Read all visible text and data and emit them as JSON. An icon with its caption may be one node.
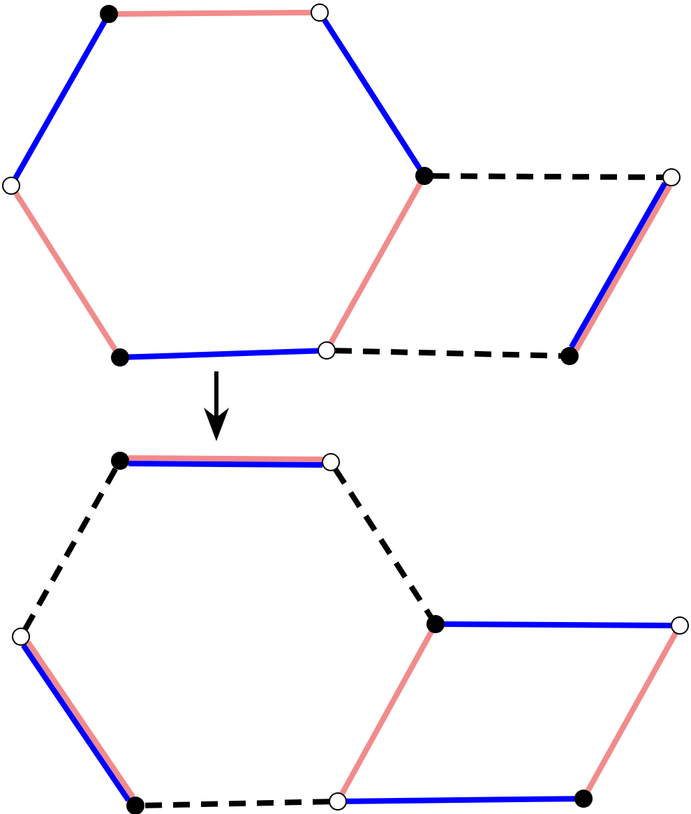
{
  "diagram": {
    "nodes": [
      {
        "text": [],
        "shape": "circle"
      },
      {
        "text": [],
        "shape": "circle"
      },
      {
        "text": [],
        "shape": "circle"
      },
      {
        "text": [],
        "shape": "circle"
      },
      {
        "text": [],
        "shape": "circle"
      },
      {
        "text": [],
        "shape": "circle"
      },
      {
        "text": [],
        "shape": "circle"
      },
      {
        "text": [],
        "shape": "circle"
      },
      {
        "text": [],
        "shape": "circle"
      },
      {
        "text": [],
        "shape": "circle"
      },
      {
        "text": [],
        "shape": "circle"
      },
      {
        "text": [],
        "shape": "circle"
      },
      {
        "text": [],
        "shape": "circle"
      },
      {
        "text": [],
        "shape": "circle"
      },
      {
        "text": [],
        "shape": "circle"
      },
      {
        "text": [],
        "shape": "circle"
      }
    ],
    "edges": [
      {
        "from": 0,
        "to": 1,
        "arrow": "none",
        "color": "#f28b8b"
      },
      {
        "from": 1,
        "to": 2,
        "arrow": "none",
        "color": "#0000ff"
      },
      {
        "from": 2,
        "to": 7,
        "arrow": "none",
        "color": "#f28b8b"
      },
      {
        "from": 7,
        "to": 6,
        "arrow": "none",
        "color": "#0000ff"
      },
      {
        "from": 6,
        "to": 4,
        "arrow": "none",
        "color": "#f28b8b"
      },
      {
        "from": 4,
        "to": 0,
        "arrow": "none",
        "color": "#0000ff"
      },
      {
        "from": 2,
        "to": 3,
        "arrow": "none",
        "style": "dashed",
        "color": "#000000"
      },
      {
        "from": 7,
        "to": 5,
        "arrow": "none",
        "style": "dashed",
        "color": "#000000"
      },
      {
        "from": 3,
        "to": 5,
        "arrow": "none",
        "color": "#f28b8b"
      },
      {
        "from": 3,
        "to": 5,
        "arrow": "none",
        "color": "#0000ff"
      },
      {
        "from": 8,
        "to": 9,
        "arrow": "none",
        "color": "#f28b8b"
      },
      {
        "from": 8,
        "to": 9,
        "arrow": "none",
        "color": "#0000ff"
      },
      {
        "from": 9,
        "to": 10,
        "arrow": "none",
        "style": "dashed",
        "color": "#000000"
      },
      {
        "from": 10,
        "to": 11,
        "arrow": "none",
        "color": "#0000ff"
      },
      {
        "from": 11,
        "to": 15,
        "arrow": "none",
        "color": "#f28b8b"
      },
      {
        "from": 15,
        "to": 14,
        "arrow": "none",
        "color": "#0000ff"
      },
      {
        "from": 14,
        "to": 10,
        "arrow": "none",
        "color": "#f28b8b"
      },
      {
        "from": 14,
        "to": 13,
        "arrow": "none",
        "style": "dashed",
        "color": "#000000"
      },
      {
        "from": 12,
        "to": 13,
        "arrow": "none",
        "color": "#f28b8b"
      },
      {
        "from": 12,
        "to": 13,
        "arrow": "none",
        "color": "#0000ff"
      },
      {
        "from": 12,
        "to": 8,
        "arrow": "none",
        "style": "dashed",
        "color": "#000000"
      }
    ]
  }
}
